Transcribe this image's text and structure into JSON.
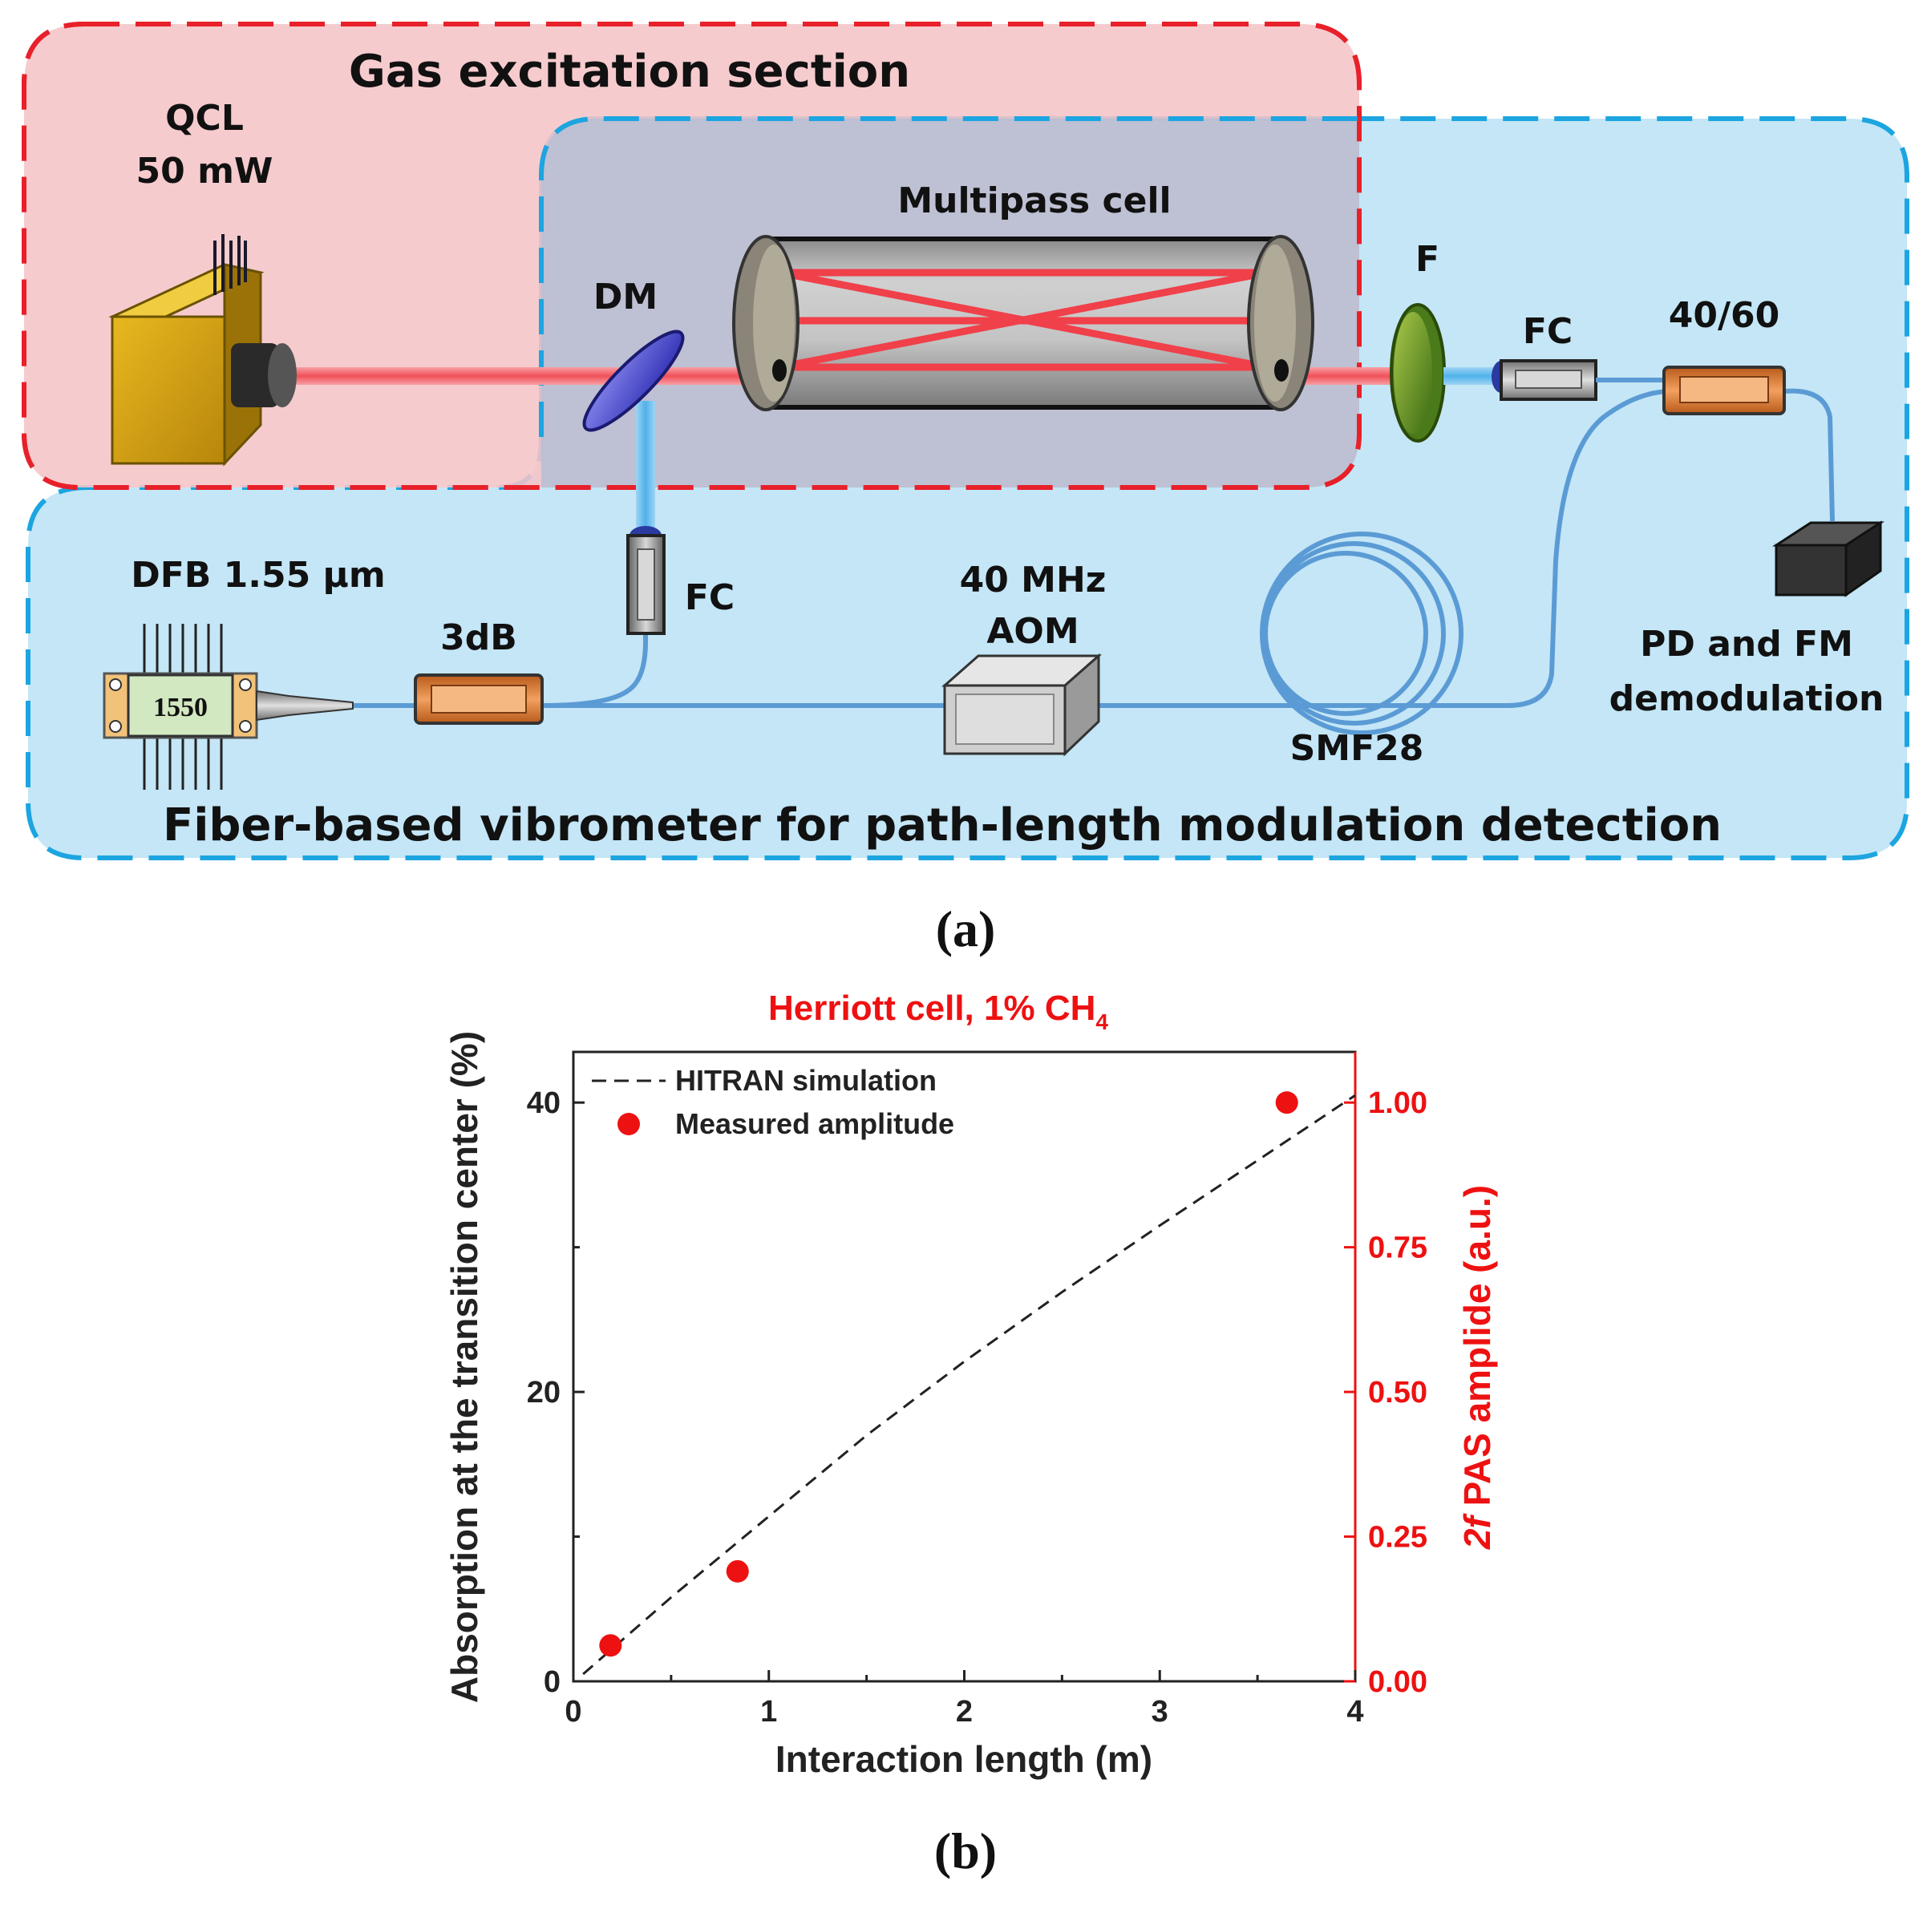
{
  "diagram": {
    "section_gas": "Gas excitation section",
    "section_fiber": "Fiber-based vibrometer for path-length modulation detection",
    "qcl_line1": "QCL",
    "qcl_line2": "50 mW",
    "multipass": "Multipass cell",
    "dm": "DM",
    "f": "F",
    "fc_top": "FC",
    "fc_mid": "FC",
    "split": "40/60",
    "dfb": "DFB 1.55 µm",
    "chip": "1550",
    "coupler": "3dB",
    "aom_line1": "40 MHz",
    "aom_line2": "AOM",
    "smf": "SMF28",
    "pd_line1": "PD and FM",
    "pd_line2": "demodulation",
    "caption": "(a)",
    "colors": {
      "gas_fill": "#f5c4c7",
      "gas_border": "#e8202a",
      "fiber_fill": "#c4e6f6",
      "fiber_border": "#1ca5e0",
      "beam": "#f0404a",
      "fiber_line": "#5b9bd5"
    }
  },
  "chart_panel": {
    "caption": "(b)"
  },
  "chart_data": {
    "type": "scatter",
    "title": "Herriott cell, 1% CH",
    "title_subscript": "4",
    "xlabel": "Interaction length (m)",
    "ylabel_left": "Absorption at the transition center (%)",
    "ylabel_right_italic": "2f",
    "ylabel_right": " PAS amplide (a.u.)",
    "xlim": [
      0,
      4
    ],
    "ylim_left": [
      0,
      43.5
    ],
    "ylim_right": [
      0,
      1.0875
    ],
    "x_ticks": [
      0,
      1,
      2,
      3,
      4
    ],
    "y_ticks_left": [
      0,
      20,
      40
    ],
    "y_ticks_right": [
      "0.00",
      "0.25",
      "0.50",
      "0.75",
      "1.00"
    ],
    "legend_position": "top-left",
    "series": [
      {
        "name": "HITRAN simulation",
        "style": "dashed-line",
        "axis": "left",
        "color": "#222222",
        "x": [
          0.05,
          0.5,
          1.0,
          1.5,
          2.0,
          2.5,
          3.0,
          3.5,
          4.0
        ],
        "y": [
          0.5,
          5.8,
          11.4,
          17.0,
          22.1,
          26.9,
          31.5,
          36.0,
          40.5
        ]
      },
      {
        "name": "Measured amplitude",
        "style": "markers",
        "axis": "right",
        "color": "#ee1111",
        "x": [
          0.19,
          0.84,
          3.65
        ],
        "y": [
          0.062,
          0.19,
          1.0
        ]
      }
    ]
  }
}
